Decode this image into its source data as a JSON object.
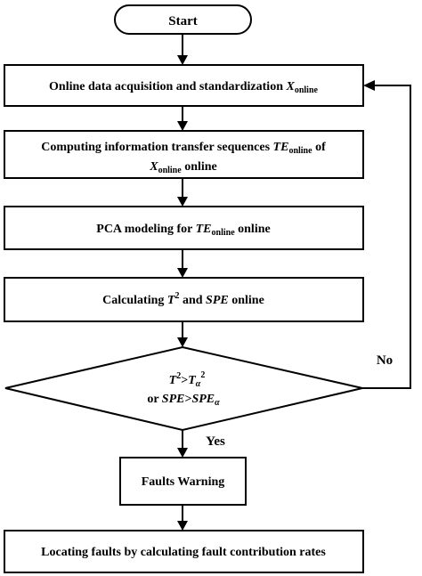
{
  "nodes": {
    "start": {
      "label": "Start"
    },
    "acquire": {
      "text": "Online data acquisition and standardization ",
      "var": "X",
      "var_sub": "online"
    },
    "compute": {
      "line1_text": "Computing information transfer sequences ",
      "line1_var": "TE",
      "line1_sub": "online",
      "line1_tail": " of",
      "line2_var": "X",
      "line2_sub": "online",
      "line2_tail": " online"
    },
    "pca": {
      "text": "PCA modeling for ",
      "var": "TE",
      "var_sub": "online",
      "tail": " online"
    },
    "calc": {
      "text": "Calculating ",
      "var1": "T",
      "var1_sup": "2",
      "mid": " and ",
      "var2": "SPE",
      "tail": " online"
    },
    "decision": {
      "line1_var": "T",
      "line1_sup": "2",
      "line1_op": ">",
      "line1_var2": "T",
      "line1_sub2": "α",
      "line1_sup2": "2",
      "line2_or": "or ",
      "line2_var": "SPE",
      "line2_op": ">",
      "line2_var2": "SPE",
      "line2_sub2": "α"
    },
    "warning": {
      "label": "Faults Warning"
    },
    "locate": {
      "label": "Locating faults by calculating fault contribution rates"
    }
  },
  "edges": {
    "no_label": "No",
    "yes_label": "Yes"
  }
}
